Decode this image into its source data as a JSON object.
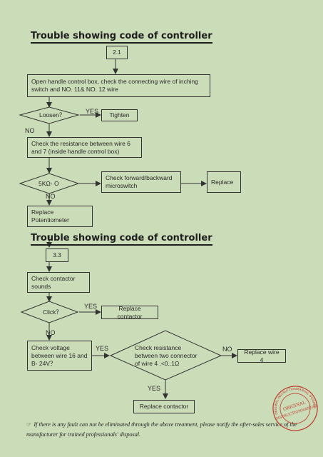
{
  "section1": {
    "title": "Trouble showing code of controller",
    "code": "2.1",
    "step_open": "Open handle control box, check the connecting wire of inching switch and NO. 11& NO.  12 wire",
    "decision_loosen": "Loosen？",
    "yes_label": "YES",
    "tighten": "Tighten",
    "no_label": "NO",
    "check_resistance": "Check    the resistance between wire 6 and 7 (inside handle control box)",
    "decision_5k": "5KΩ- O",
    "check_switch": "Check    forward/backward microswitch",
    "replace": "Replace",
    "no_label2": "NO",
    "replace_pot": "Replace Potentiometer"
  },
  "section2": {
    "title": "Trouble showing code of controller",
    "code": "3.3",
    "check_contactor": "Check       contactor sounds",
    "decision_click": "Click？",
    "yes_label": "YES",
    "replace_contactor": "Replace contactor",
    "no_label": "NO",
    "check_voltage": "Check voltage between wire 16 and B- 24V？",
    "yes_label2": "YES",
    "decision_resist_line1": "Check           resistance",
    "decision_resist_line2": "between two connector",
    "decision_resist_line3": "of wire 4 .<0..1Ω",
    "no_label2": "NO",
    "replace_wire": "Replace wire 4",
    "yes_label3": "YES",
    "replace_contactor2": "Replace contactor"
  },
  "footer": {
    "symbol": "☞",
    "note": "If there is any fault can not be eliminated through the above treatment, please notify the after-sales service of the manufacturer for trained professionals' disposal."
  },
  "stamp": {
    "line1": "ORIGINAL",
    "line2": "INSTRUCTIONMANUAL",
    "ring_text": "ORIGINAL INSTRUCTIONMANUAL ORIGINAL"
  },
  "colors": {
    "background": "#cbdcb8",
    "stamp": "#c0392b",
    "line": "#333333"
  }
}
